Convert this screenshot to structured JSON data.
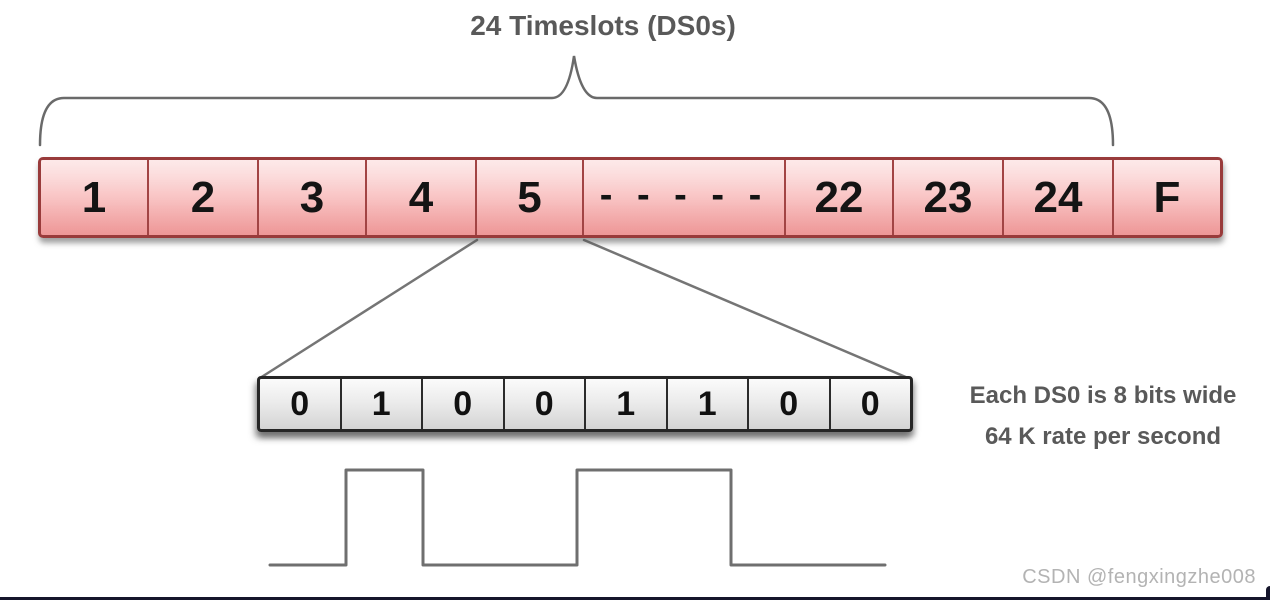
{
  "title": "24 Timeslots (DS0s)",
  "timeslot_row": {
    "description": "T1 frame of 24 DS0 timeslots plus framing bit",
    "cells": [
      "1",
      "2",
      "3",
      "4",
      "5",
      "- - - - -",
      "22",
      "23",
      "24",
      "F"
    ]
  },
  "bit_row": {
    "description": "Expanded view of one DS0 timeslot (8 bits)",
    "bits": [
      "0",
      "1",
      "0",
      "0",
      "1",
      "1",
      "0",
      "0"
    ]
  },
  "side_note": {
    "line1": "Each DS0 is 8 bits wide",
    "line2": "64 K rate per second"
  },
  "waveform": {
    "type": "digital-signal",
    "bits": "01001100",
    "levels": [
      "low",
      "high"
    ]
  },
  "watermark": "CSDN @fengxingzhe008",
  "colors": {
    "timeslot_fill_top": "#fcdede",
    "timeslot_fill_bottom": "#f3a5a5",
    "timeslot_border": "#993b3b",
    "bit_fill_top": "#fbfbfb",
    "bit_fill_bottom": "#d4d4d4",
    "bit_border": "#262626",
    "line_gray": "#6a6a6a",
    "label_text": "#595959",
    "watermark_text": "#b3b3b3",
    "bottom_edge": "#15152b"
  }
}
